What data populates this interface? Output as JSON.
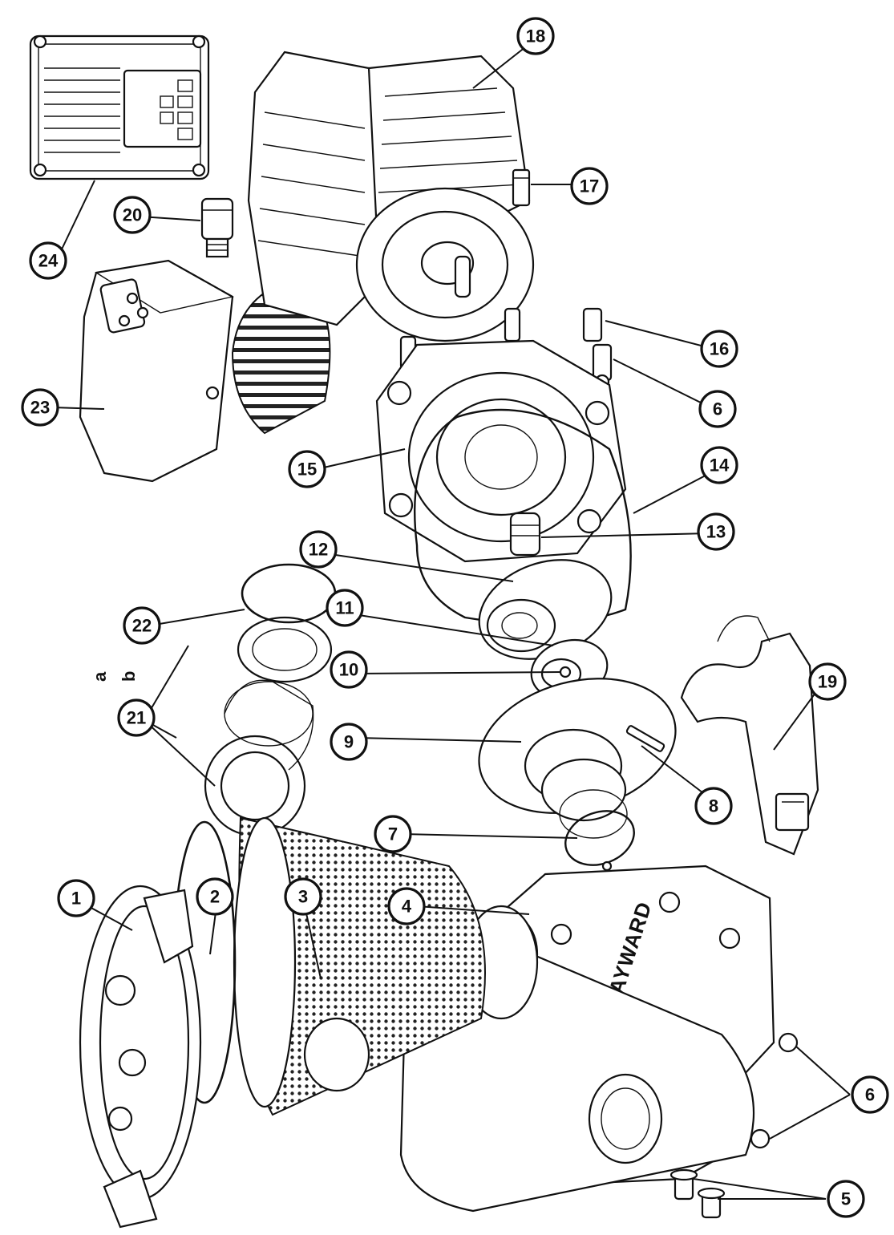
{
  "diagram": {
    "brand_label": "HAYWARD",
    "callouts": [
      {
        "id": "1",
        "label": "1"
      },
      {
        "id": "2",
        "label": "2"
      },
      {
        "id": "3",
        "label": "3"
      },
      {
        "id": "4",
        "label": "4"
      },
      {
        "id": "5",
        "label": "5"
      },
      {
        "id": "6a",
        "label": "6"
      },
      {
        "id": "6b",
        "label": "6"
      },
      {
        "id": "7",
        "label": "7"
      },
      {
        "id": "8",
        "label": "8"
      },
      {
        "id": "9",
        "label": "9"
      },
      {
        "id": "10",
        "label": "10"
      },
      {
        "id": "11",
        "label": "11"
      },
      {
        "id": "12",
        "label": "12"
      },
      {
        "id": "13",
        "label": "13"
      },
      {
        "id": "14",
        "label": "14"
      },
      {
        "id": "15",
        "label": "15"
      },
      {
        "id": "16",
        "label": "16"
      },
      {
        "id": "17",
        "label": "17"
      },
      {
        "id": "18",
        "label": "18"
      },
      {
        "id": "19",
        "label": "19"
      },
      {
        "id": "20",
        "label": "20"
      },
      {
        "id": "21",
        "label": "21"
      },
      {
        "id": "22",
        "label": "22"
      },
      {
        "id": "23",
        "label": "23"
      },
      {
        "id": "24",
        "label": "24"
      }
    ],
    "sub_labels": {
      "a": "a",
      "b": "b"
    }
  }
}
